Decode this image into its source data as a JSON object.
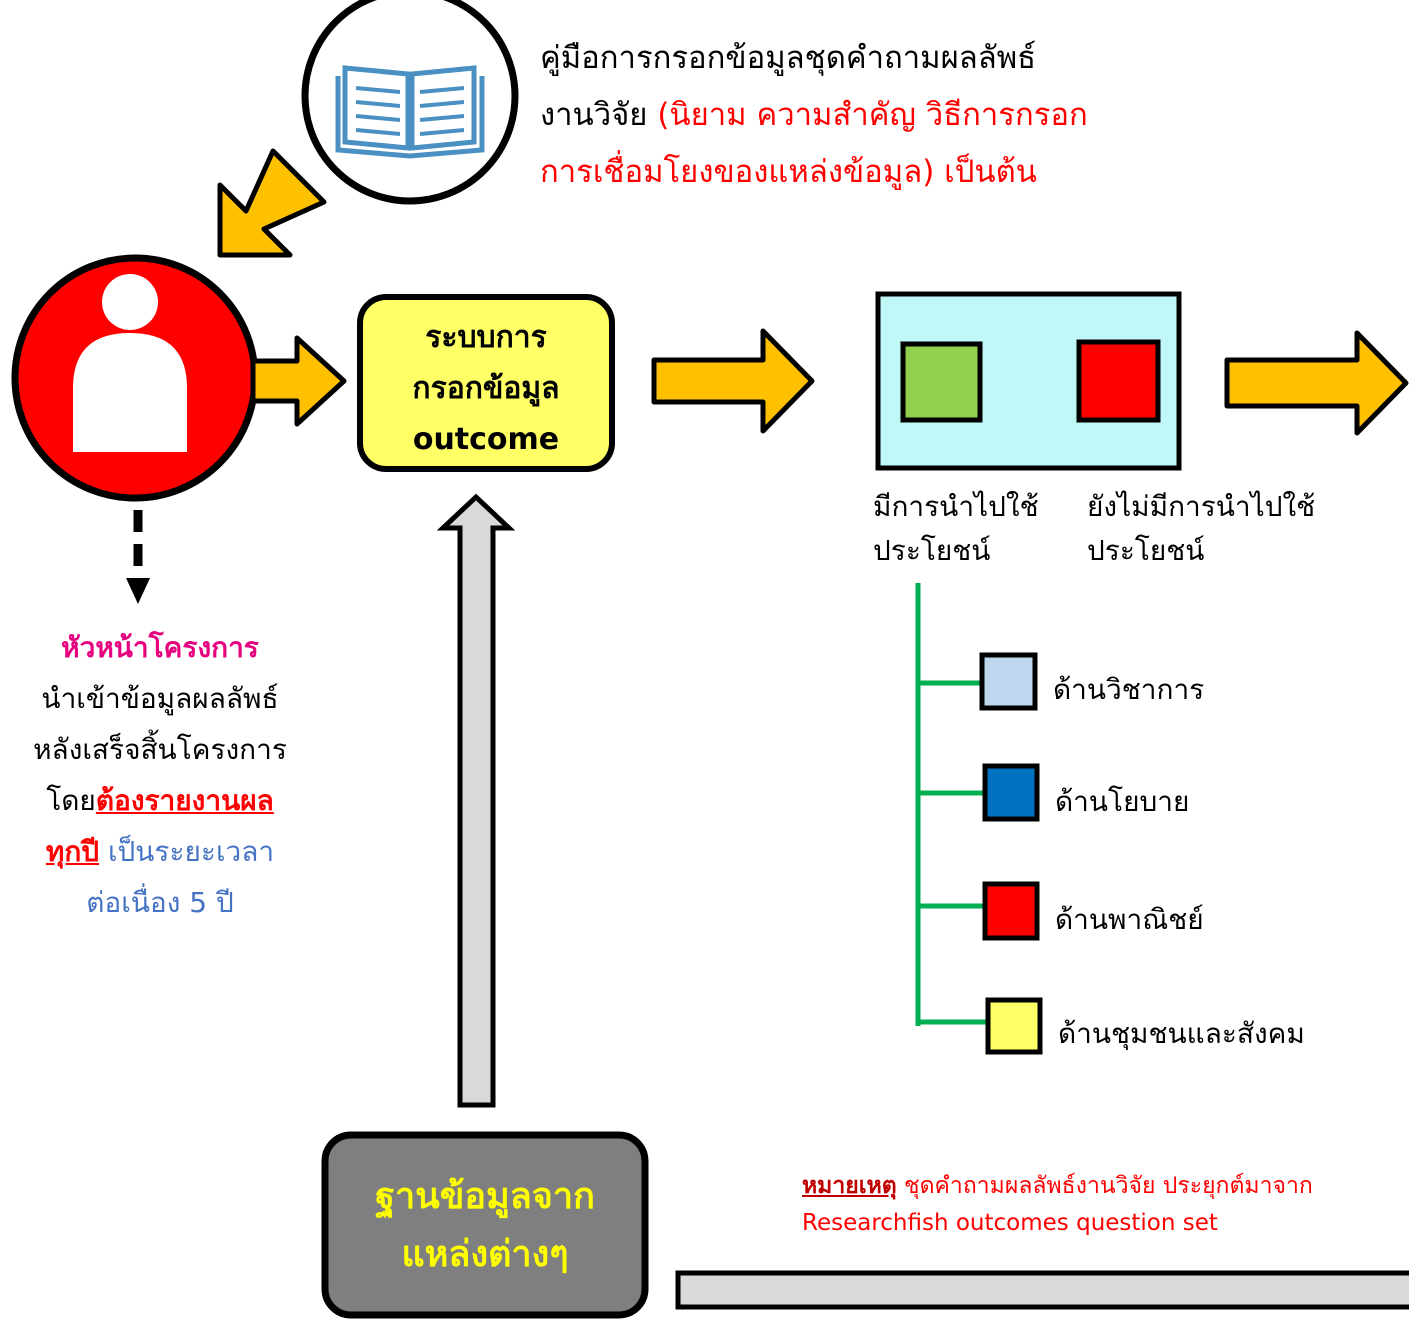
{
  "manual": {
    "line1": "คู่มือการกรอกข้อมูลชุดคำถามผลลัพธ์",
    "line2_black": "งานวิจัย ",
    "line2_red": "(นิยาม ความสำคัญ วิธีการกรอก",
    "line3_red": "การเชื่อมโยงของแหล่งข้อมูล) เป็นต้น"
  },
  "system_box": {
    "line1": "ระบบการ",
    "line2": "กรอกข้อมูล",
    "line3": "outcome"
  },
  "database_box": {
    "line1": "ฐานข้อมูลจาก",
    "line2": "แหล่งต่างๆ"
  },
  "status": {
    "used_line1": "มีการนำไปใช้",
    "used_line2": "ประโยชน์",
    "not_used_line1": "ยังไม่มีการนำไปใช้",
    "not_used_line2": "ประโยชน์"
  },
  "categories": [
    {
      "label": "ด้านวิชาการ",
      "color": "#bdd7ee"
    },
    {
      "label": "ด้านโยบาย",
      "color": "#0070c0"
    },
    {
      "label": "ด้านพาณิชย์",
      "color": "#ff0000"
    },
    {
      "label": "ด้านชุมชนและสังคม",
      "color": "#ffff66"
    }
  ],
  "leader": {
    "title": "หัวหน้าโครงการ",
    "line1": "นำเข้าข้อมูลผลลัพธ์",
    "line2": "หลังเสร็จสิ้นโครงการ",
    "line3_prefix": "โดย",
    "line3_emph": "ต้องรายงานผล",
    "line4_emph": "ทุกปี",
    "line4_rest": " เป็นระยะเวลา",
    "line5": "ต่อเนื่อง 5 ปี"
  },
  "note": {
    "label": "หมายเหตุ",
    "text1": " ชุดคำถามผลลัพธ์งานวิจัย ประยุกต์มาจาก",
    "text2": "Researchfish outcomes question set"
  },
  "colors": {
    "arrow": "#ffc000",
    "user_circle": "#ff0000",
    "system_box": "#ffff66",
    "database_box": "#7f7f7f",
    "outcome_panel": "#c0f8f8",
    "used_square": "#92d050",
    "not_used_square": "#ff0000",
    "branch_line": "#00b050",
    "up_arrow": "#d9d9d9",
    "manual_icon": "#4a90c2"
  }
}
